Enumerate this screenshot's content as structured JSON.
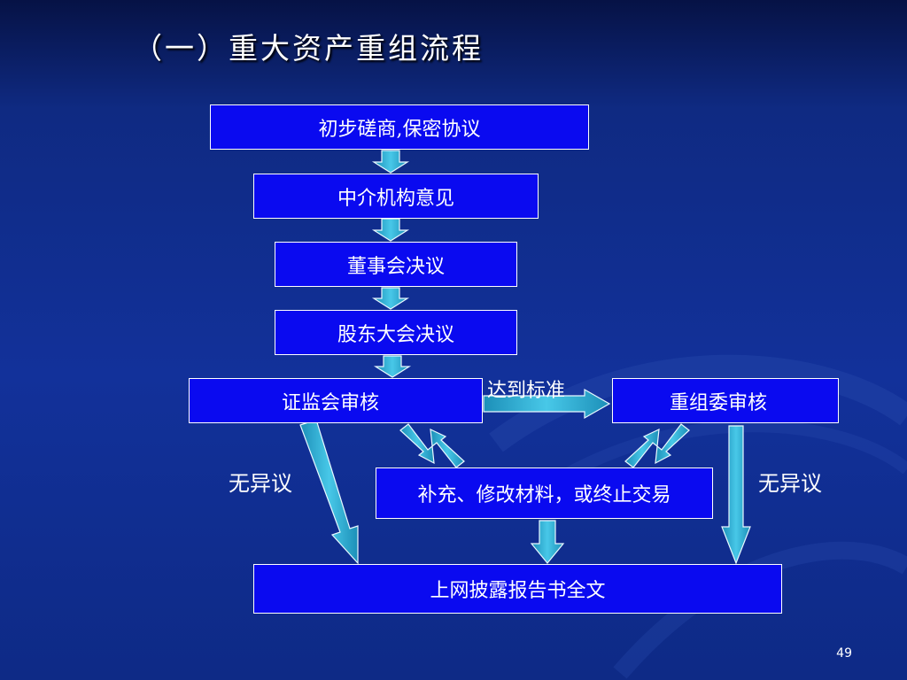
{
  "slide": {
    "title": "（一）重大资产重组流程",
    "page_number": "49"
  },
  "diagram": {
    "nodes": {
      "preliminary": "初步磋商,保密协议",
      "intermediary": "中介机构意见",
      "board": "董事会决议",
      "shareholders": "股东大会决议",
      "csrc_review": "证监会审核",
      "restructuring_committee_review": "重组委审核",
      "supplement": "补充、修改材料，或终止交易",
      "disclosure": "上网披露报告书全文"
    },
    "edge_labels": {
      "meets_standard": "达到标准",
      "no_objection_left": "无异议",
      "no_objection_right": "无异议"
    }
  },
  "colors": {
    "box_fill": "#0a0af0",
    "arrow_fill": "#2aa8cc",
    "background": "#12319a"
  }
}
